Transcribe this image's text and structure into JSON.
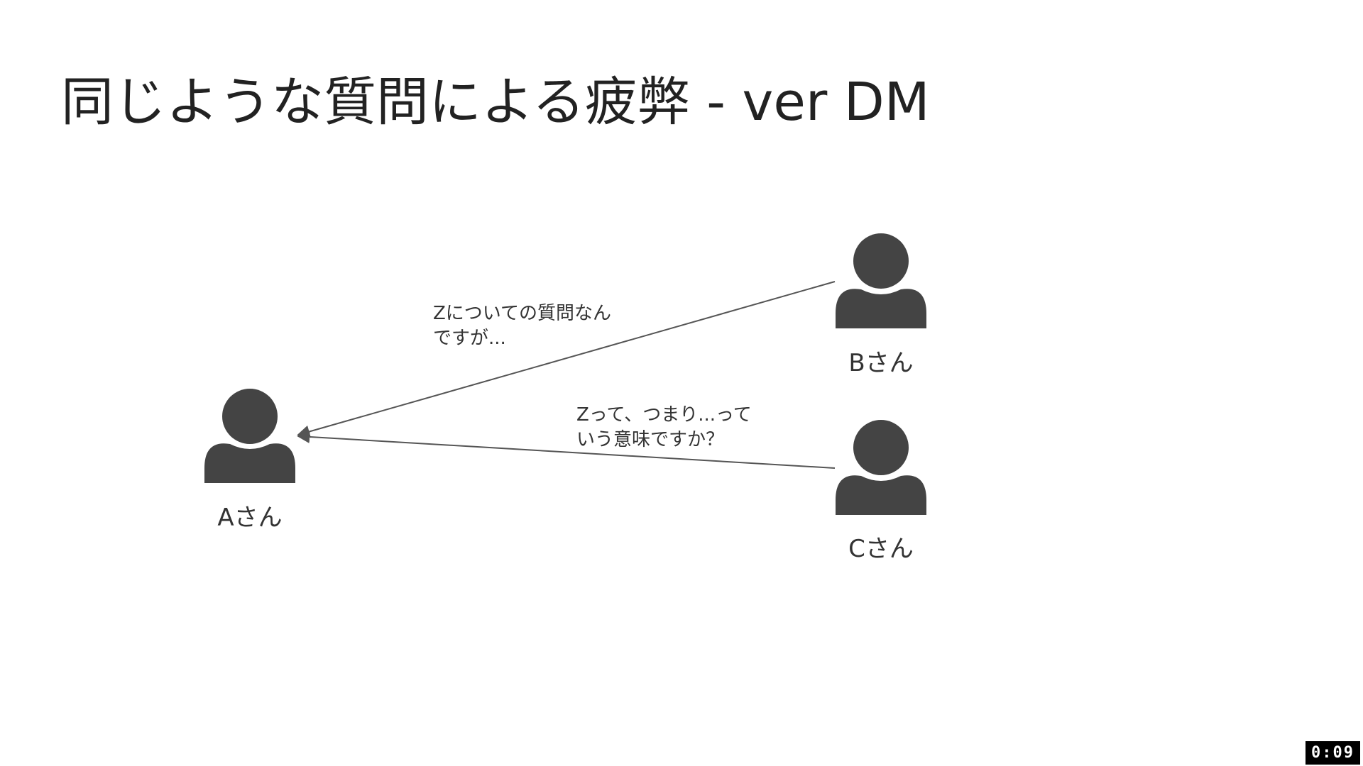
{
  "slide": {
    "title": "同じような質問による疲弊 - ver DM"
  },
  "people": {
    "a": {
      "label": "Aさん",
      "icon": "person-icon"
    },
    "b": {
      "label": "Bさん",
      "icon": "person-icon"
    },
    "c": {
      "label": "Cさん",
      "icon": "person-icon"
    }
  },
  "messages": {
    "from_b": {
      "line1": "Zについての質問なん",
      "line2": "ですが..."
    },
    "from_c": {
      "line1": "Zって、つまり...って",
      "line2": "いう意味ですか？"
    }
  },
  "timer": {
    "value": "0:09"
  },
  "colors": {
    "person_fill": "#444444",
    "arrow": "#555555",
    "background": "#ffffff"
  }
}
